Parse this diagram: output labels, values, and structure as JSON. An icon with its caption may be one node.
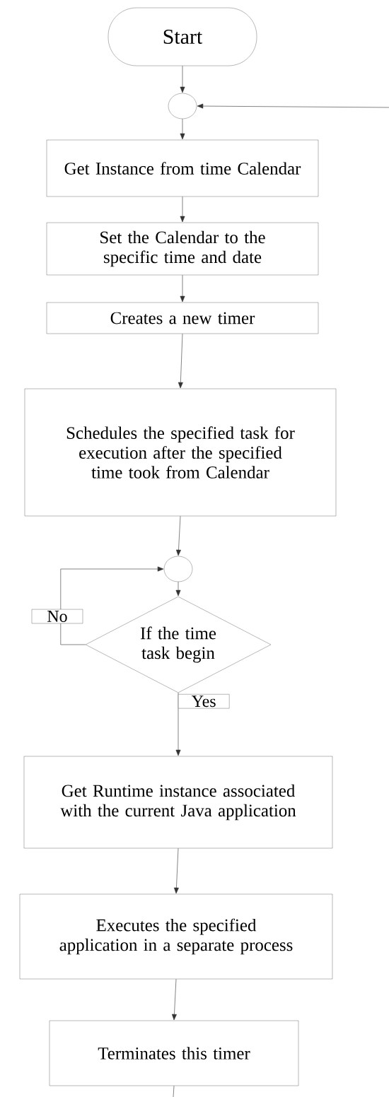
{
  "diagram": {
    "nodes": [
      {
        "text": [
          "Start"
        ]
      },
      {
        "text": [],
        "shape": "circle"
      },
      {
        "text": [
          "Get Instance from time Calendar"
        ]
      },
      {
        "text": [
          "Set the Calendar to the specific time and date"
        ]
      },
      {
        "text": [
          "Creates a new timer"
        ]
      },
      {
        "text": [
          "Schedules the specified task for execution after the specified time took from Calendar"
        ]
      },
      {
        "text": [],
        "shape": "circle"
      },
      {
        "text": [
          "If the time task begin"
        ]
      },
      {
        "text": [
          "Get Runtime instance associated with the current Java application"
        ]
      },
      {
        "text": [
          "Executes the specified application in a separate process"
        ]
      },
      {
        "text": [
          "Terminates this timer"
        ]
      }
    ],
    "edges": [
      {
        "from": 0,
        "to": 1,
        "arrow": "to"
      },
      {
        "from": 1,
        "to": 2,
        "arrow": "to"
      },
      {
        "from": 2,
        "to": 3,
        "arrow": "to"
      },
      {
        "from": 3,
        "to": 4,
        "arrow": "to"
      },
      {
        "from": 4,
        "to": 5,
        "arrow": "to"
      },
      {
        "from": 5,
        "to": 6,
        "arrow": "to"
      },
      {
        "from": 6,
        "to": 7,
        "arrow": "to"
      },
      {
        "from": 7,
        "to": 6,
        "arrow": "to",
        "label": "No"
      },
      {
        "from": 7,
        "to": 8,
        "arrow": "to",
        "label": "Yes"
      },
      {
        "from": 8,
        "to": 9,
        "arrow": "to"
      },
      {
        "from": 9,
        "to": 10,
        "arrow": "to"
      },
      {
        "from": 10,
        "to": null,
        "arrow": "none"
      },
      {
        "from": null,
        "to": 1,
        "arrow": "to"
      }
    ]
  }
}
